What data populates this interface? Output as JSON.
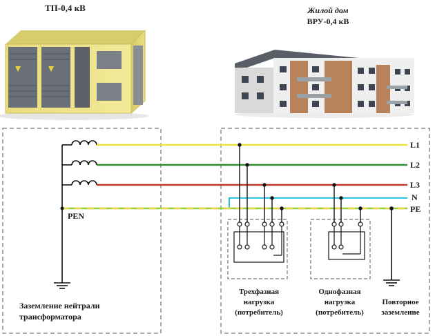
{
  "substation": {
    "title": "ТП-0,4 кВ"
  },
  "house": {
    "title_line1": "Жилой дом",
    "title_line2": "ВРУ-0,4 кВ"
  },
  "lines": {
    "L1": {
      "label": "L1",
      "color": "#f2e33c"
    },
    "L2": {
      "label": "L2",
      "color": "#2a8f2a"
    },
    "L3": {
      "label": "L3",
      "color": "#c0392b"
    },
    "N": {
      "label": "N",
      "color": "#29c4e0"
    },
    "PE": {
      "label": "PE",
      "color": "#9bcf3a",
      "dash_color": "#e6d84a"
    }
  },
  "pen_label": "PEN",
  "neutral_grounding": {
    "line1": "Заземление нейтрали",
    "line2": "трансформатора"
  },
  "three_phase_load": {
    "line1": "Трехфазная",
    "line2": "нагрузка",
    "line3": "(потребитель)"
  },
  "single_phase_load": {
    "line1": "Однофазная",
    "line2": "нагрузка",
    "line3": "(потребитель)"
  },
  "repeat_grounding": {
    "line1": "Повторное",
    "line2": "заземление"
  }
}
